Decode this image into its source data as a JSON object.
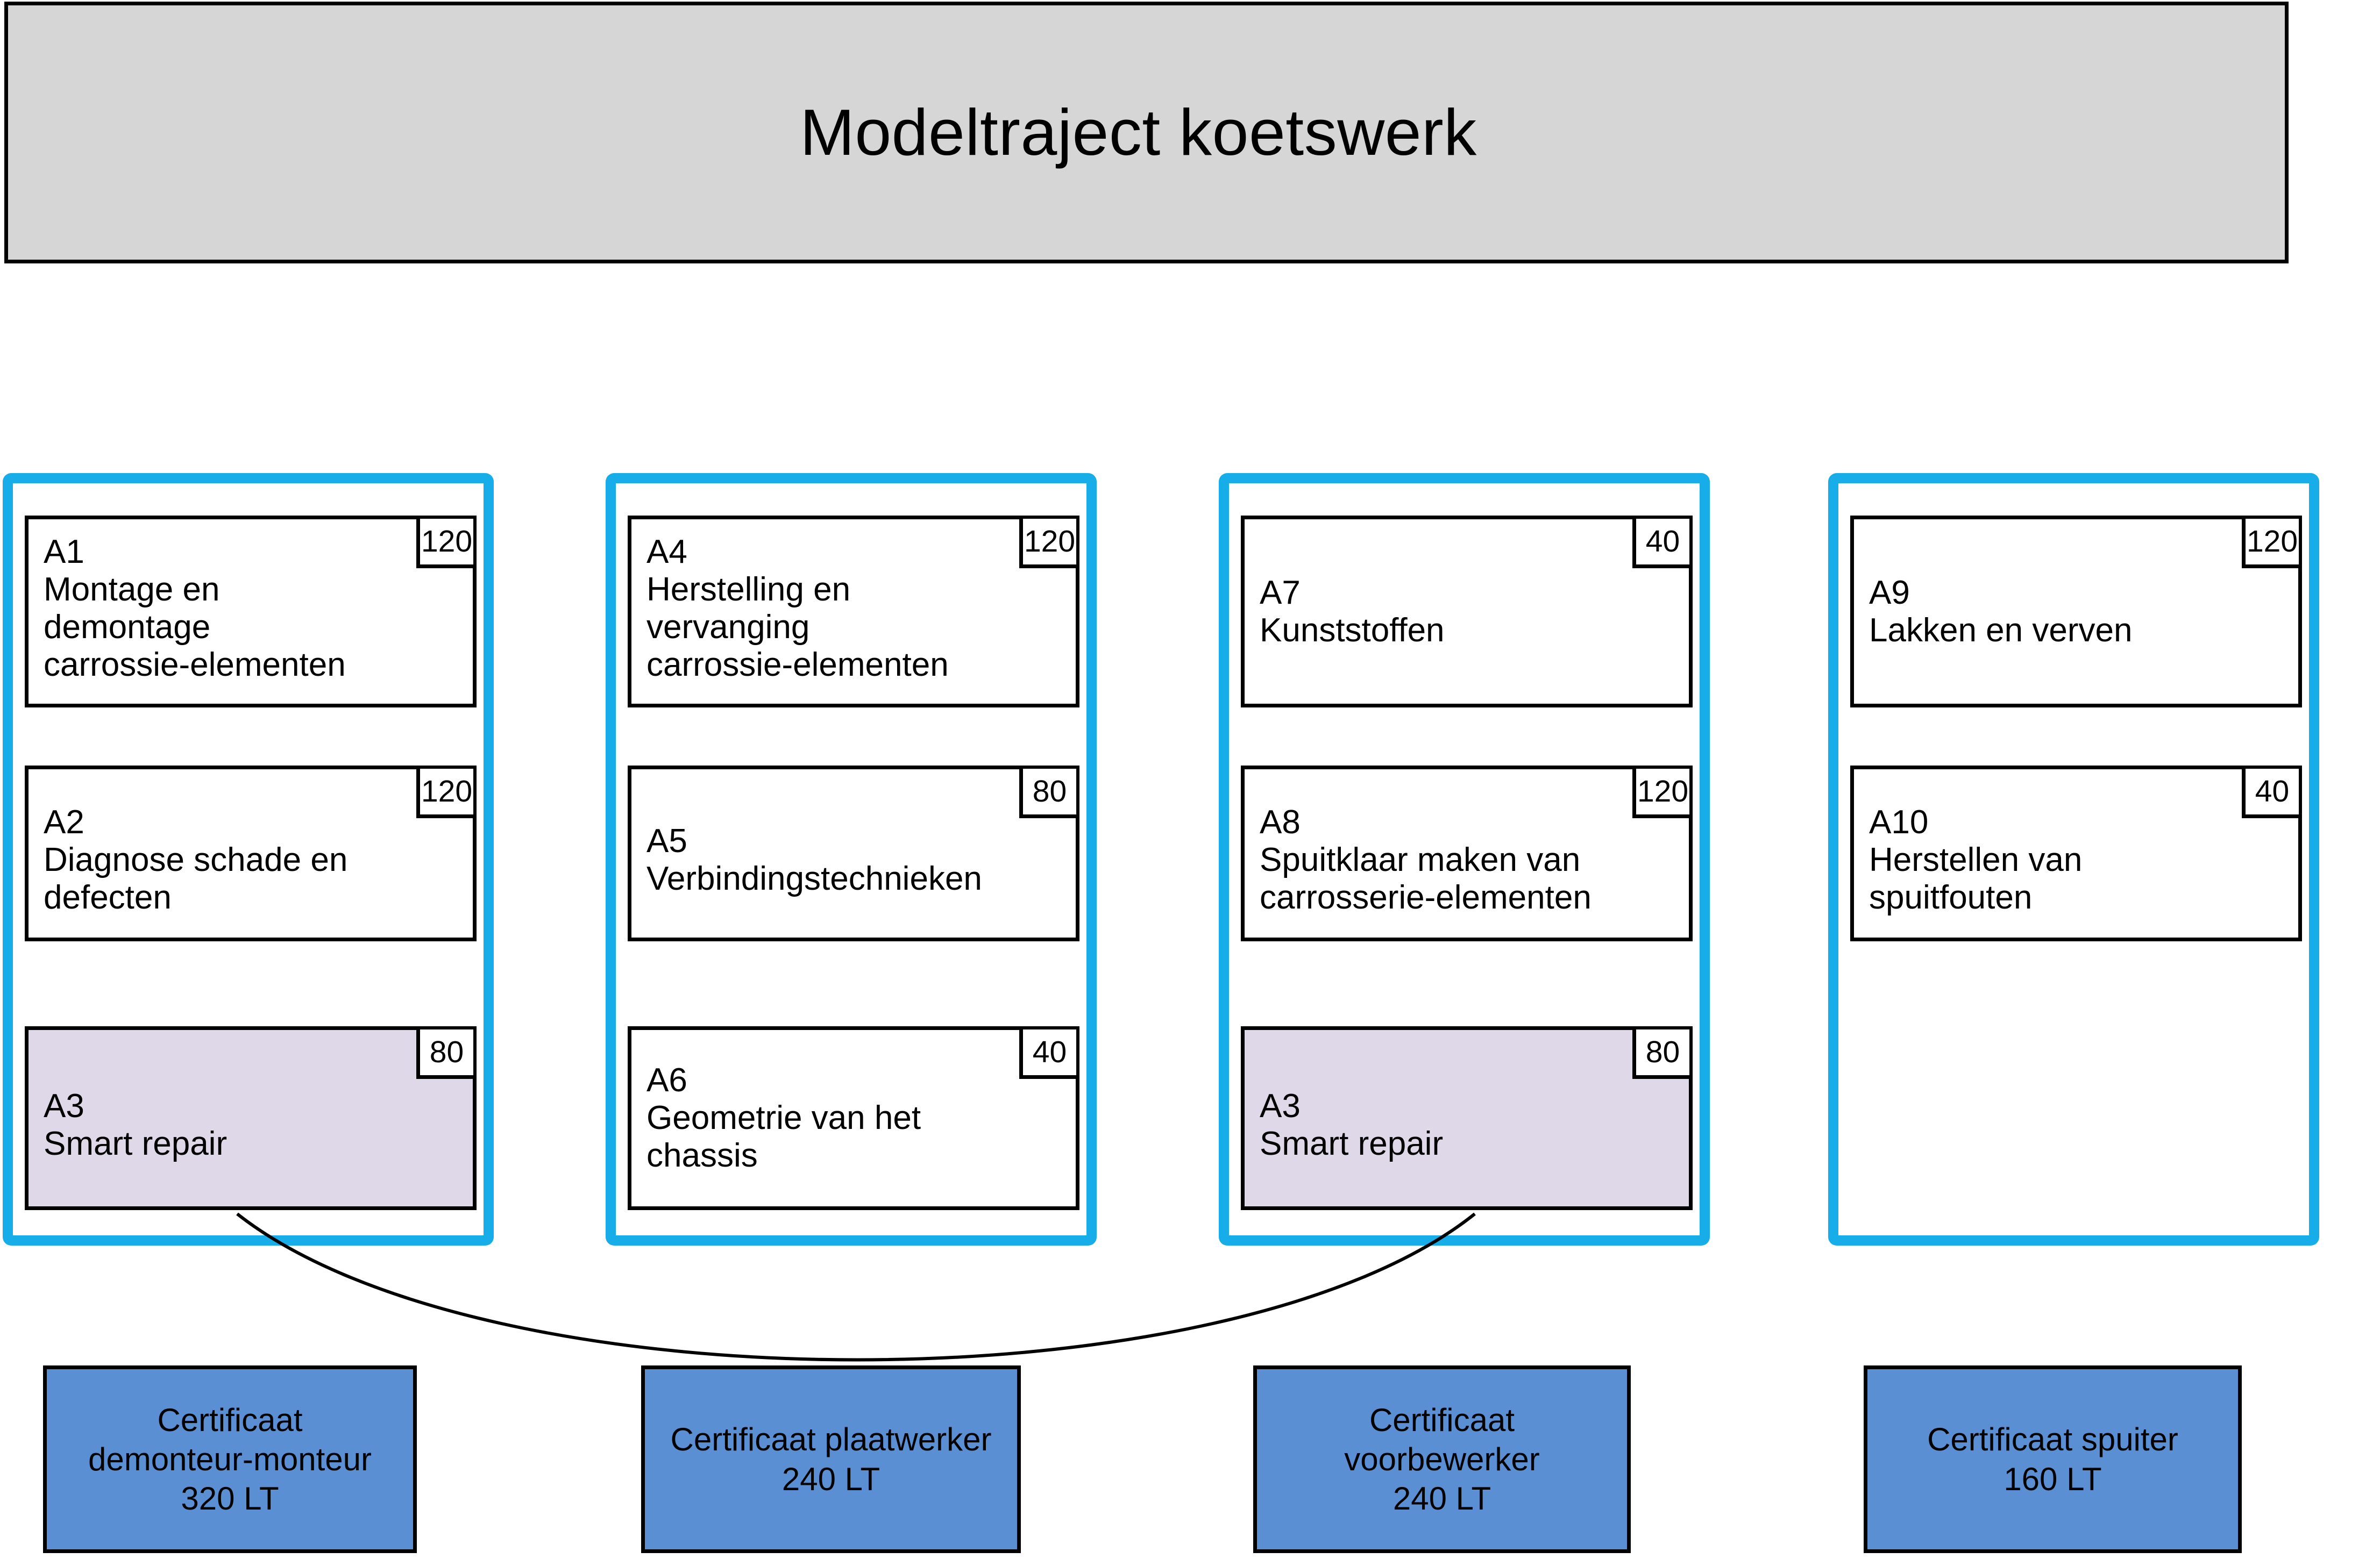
{
  "header": {
    "title": "Modeltraject koetswerk"
  },
  "theme": {
    "header_fill": "#d6d6d6",
    "cluster_border": "#16ADE8",
    "module_fill": "#ffffff",
    "highlight_fill": "#ded8e8",
    "certificate_fill": "#5b8fd4",
    "line_color": "#000000"
  },
  "clusters": [
    {
      "name": "demonteur-monteur",
      "modules": [
        {
          "code": "A1",
          "title": "Montage en\ndemontage\ncarrossie-elementen",
          "hours": "120",
          "highlight": false
        },
        {
          "code": "A2",
          "title": "Diagnose schade en\ndefecten",
          "hours": "120",
          "highlight": false
        },
        {
          "code": "A3",
          "title": "Smart repair",
          "hours": "80",
          "highlight": true
        }
      ],
      "certificate": {
        "label": "Certificaat\ndemonteur-monteur\n320 LT"
      }
    },
    {
      "name": "plaatwerker",
      "modules": [
        {
          "code": "A4",
          "title": "Herstelling en\nvervanging\ncarrossie-elementen",
          "hours": "120",
          "highlight": false
        },
        {
          "code": "A5",
          "title": "Verbindingstechnieken",
          "hours": "80",
          "highlight": false
        },
        {
          "code": "A6",
          "title": "Geometrie van het\nchassis",
          "hours": "40",
          "highlight": false
        }
      ],
      "certificate": {
        "label": "Certificaat plaatwerker\n240 LT"
      }
    },
    {
      "name": "voorbewerker",
      "modules": [
        {
          "code": "A7",
          "title": "Kunststoffen",
          "hours": "40",
          "highlight": false
        },
        {
          "code": "A8",
          "title": "Spuitklaar maken van\ncarrosserie-elementen",
          "hours": "120",
          "highlight": false
        },
        {
          "code": "A3",
          "title": "Smart repair",
          "hours": "80",
          "highlight": true
        }
      ],
      "certificate": {
        "label": "Certificaat\nvoorbewerker\n240 LT"
      }
    },
    {
      "name": "spuiter",
      "modules": [
        {
          "code": "A9",
          "title": "Lakken en verven",
          "hours": "120",
          "highlight": false
        },
        {
          "code": "A10",
          "title": "Herstellen van\nspuitfouten",
          "hours": "40",
          "highlight": false
        }
      ],
      "certificate": {
        "label": "Certificaat spuiter\n160 LT"
      }
    }
  ],
  "modules_flat": {
    "m1": {
      "code_title": "A1\nMontage en\ndemontage\ncarrossie-elementen",
      "hours": "120"
    },
    "m2": {
      "code_title": "A2\nDiagnose schade en\ndefecten",
      "hours": "120"
    },
    "m3": {
      "code_title": "A3\nSmart repair",
      "hours": "80"
    },
    "m4": {
      "code_title": "A4\nHerstelling en\nvervanging\ncarrossie-elementen",
      "hours": "120"
    },
    "m5": {
      "code_title": "A5\nVerbindingstechnieken",
      "hours": "80"
    },
    "m6": {
      "code_title": "A6\nGeometrie van het\nchassis",
      "hours": "40"
    },
    "m7": {
      "code_title": "A7\nKunststoffen",
      "hours": "40"
    },
    "m8": {
      "code_title": "A8\nSpuitklaar maken van\ncarrosserie-elementen",
      "hours": "120"
    },
    "m9": {
      "code_title": "A3\nSmart repair",
      "hours": "80"
    },
    "m10": {
      "code_title": "A9\nLakken en verven",
      "hours": "120"
    },
    "m11": {
      "code_title": "A10\nHerstellen van\nspuitfouten",
      "hours": "40"
    }
  },
  "certificates": {
    "c1": "Certificaat\ndemonteur-monteur\n320 LT",
    "c2": "Certificaat plaatwerker\n240 LT",
    "c3": "Certificaat\nvoorbewerker\n240 LT",
    "c4": "Certificaat spuiter\n160 LT"
  }
}
